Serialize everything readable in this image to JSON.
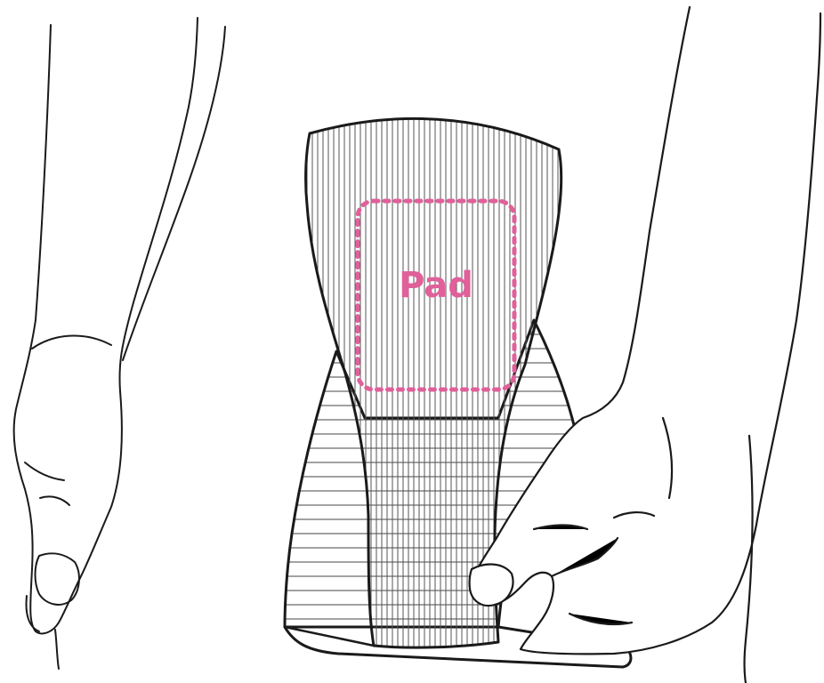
{
  "pad": {
    "label": "Pad"
  },
  "colors": {
    "outline": "#1a1a1a",
    "hatch": "#555555",
    "pad_accent": "#e0609a",
    "background": "#ffffff"
  },
  "icons": {
    "left_hand": "left-hand-illustration",
    "right_hand": "right-hand-illustration",
    "garment": "knee-pad-sleeve-illustration"
  }
}
